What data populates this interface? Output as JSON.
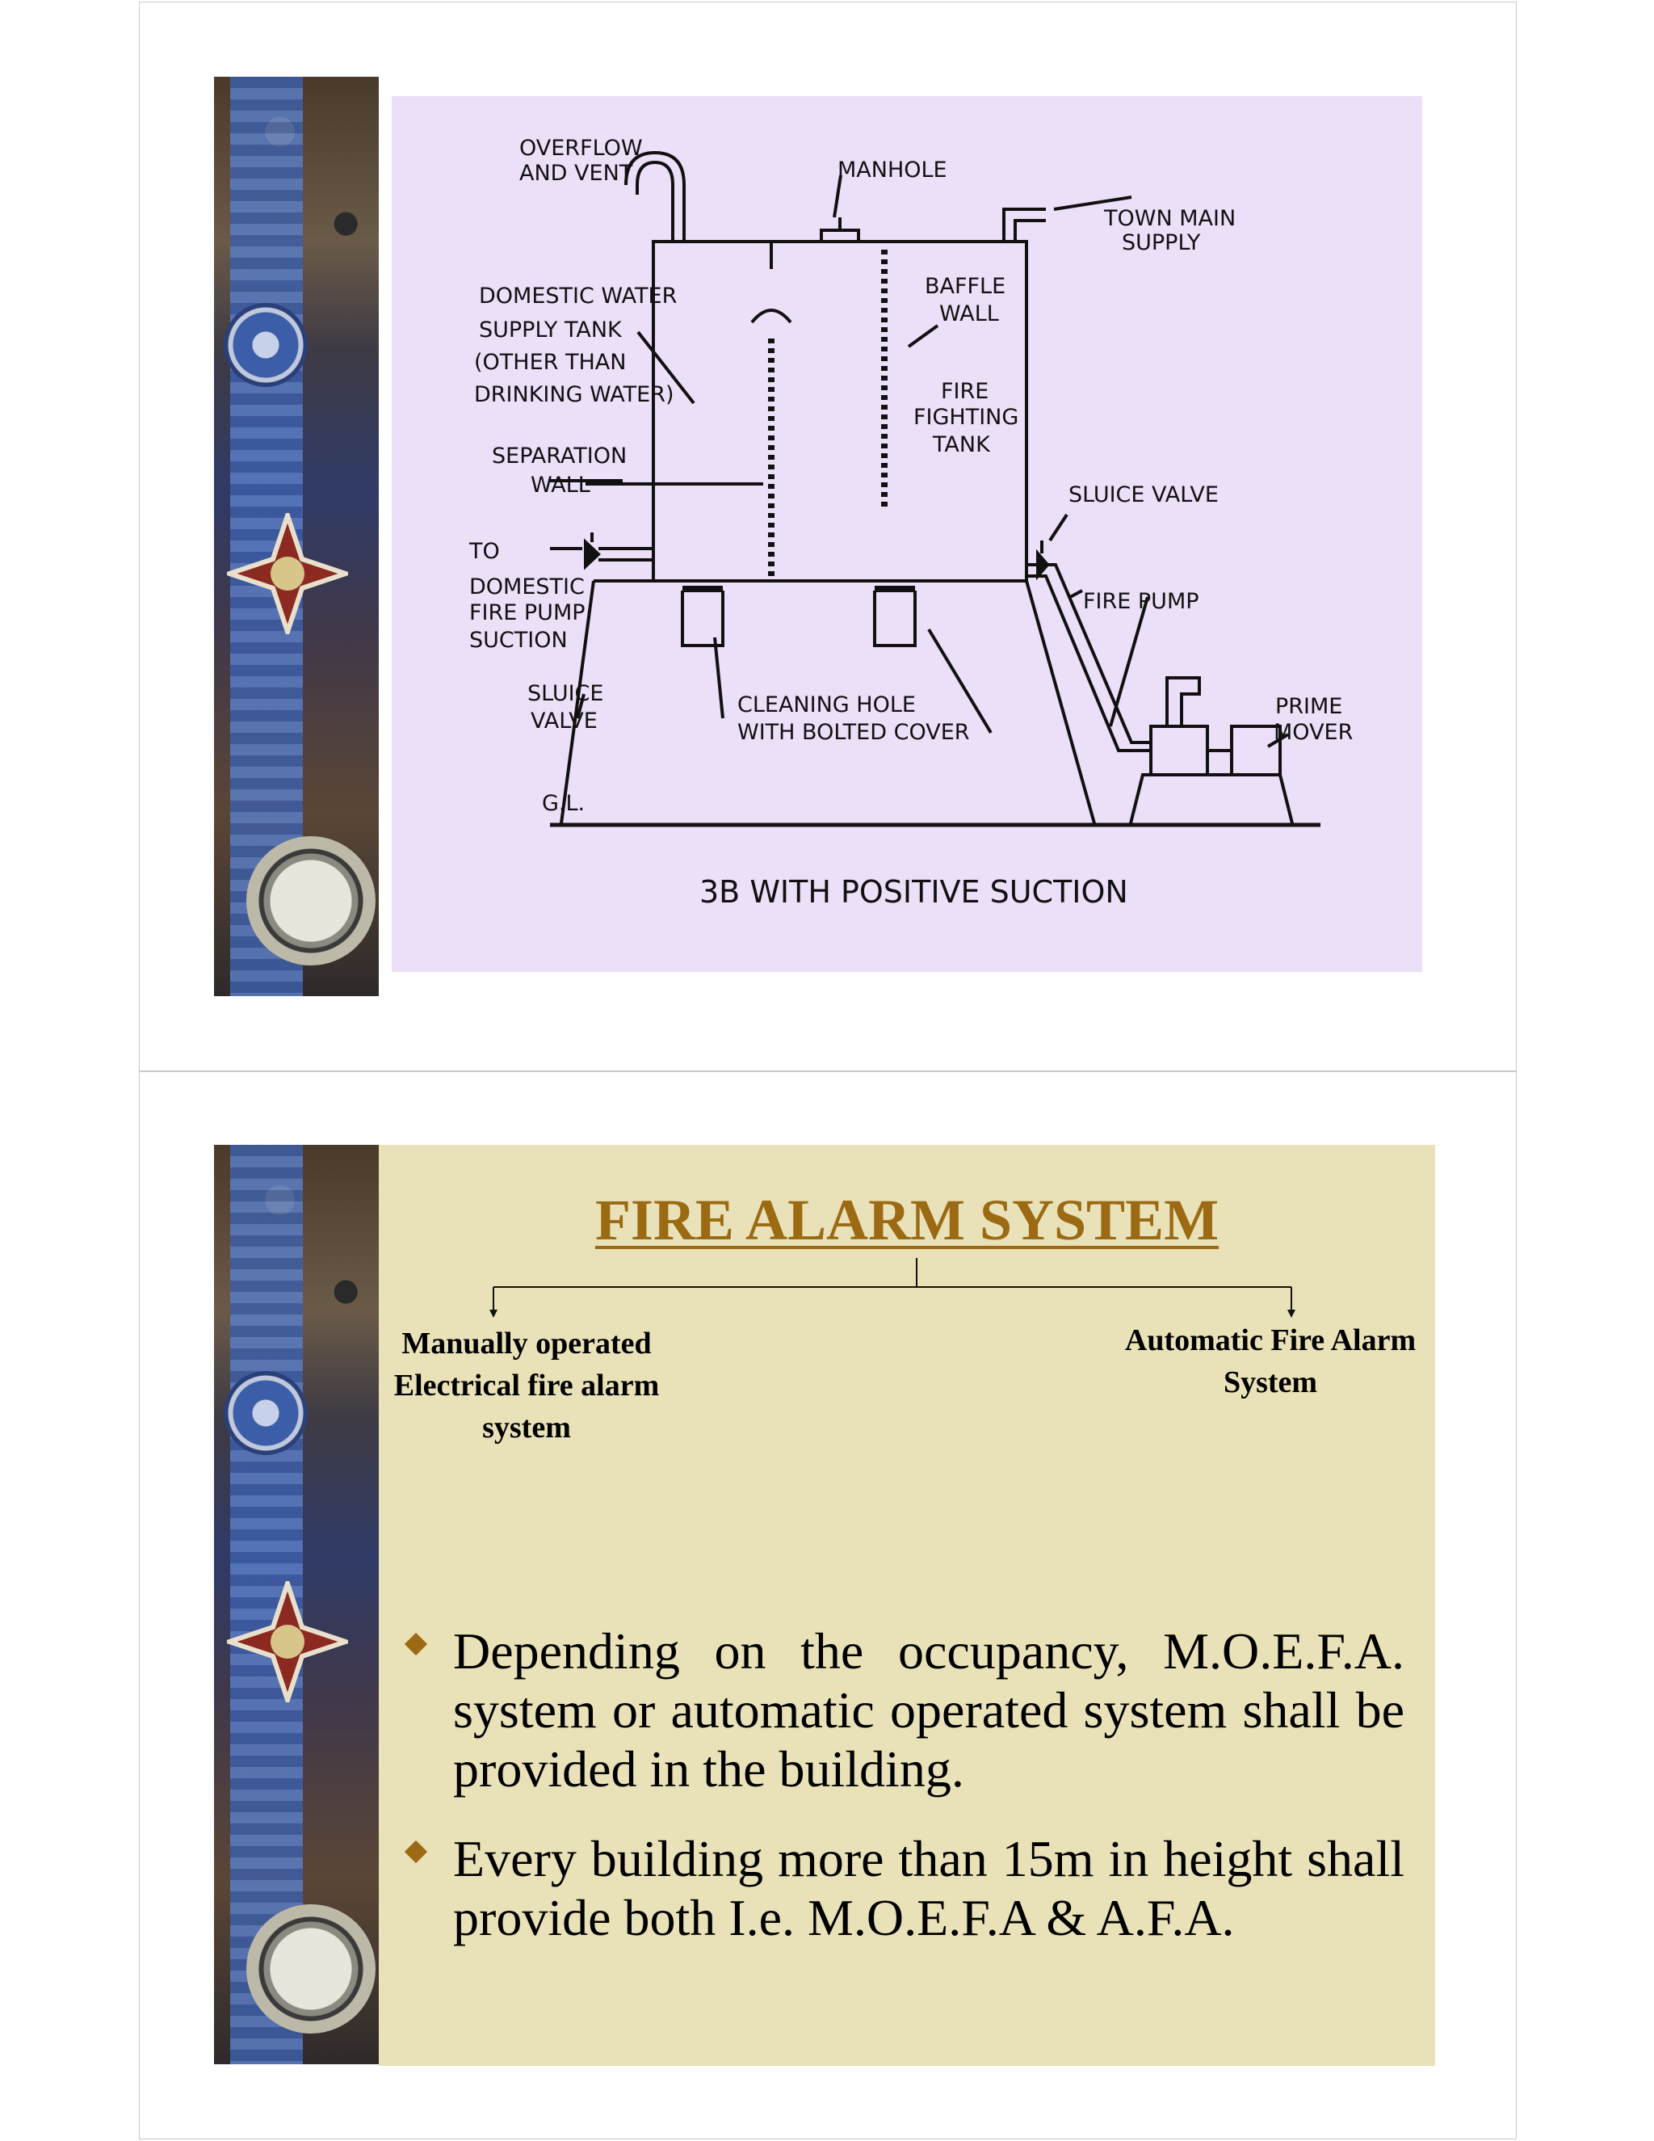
{
  "slide1": {
    "diagram": {
      "labels": {
        "overflow_vent": [
          "OVERFLOW",
          "AND VENT"
        ],
        "manhole": "MANHOLE",
        "town_main": [
          "TOWN MAIN",
          "SUPPLY"
        ],
        "domestic_tank": [
          "DOMESTIC WATER",
          "SUPPLY TANK",
          "(OTHER THAN",
          "DRINKING WATER)"
        ],
        "baffle_wall": [
          "BAFFLE",
          "WALL"
        ],
        "fire_tank": [
          "FIRE",
          "FIGHTING",
          "TANK"
        ],
        "separation_wall": [
          "SEPARATION",
          "WALL"
        ],
        "sluice_valve_right": "SLUICE VALVE",
        "to_domestic": [
          "TO",
          "DOMESTIC",
          "FIRE PUMP",
          "SUCTION"
        ],
        "fire_pump": "FIRE PUMP",
        "sluice_valve_left": [
          "SLUICE",
          "VALVE"
        ],
        "cleaning_hole": [
          "CLEANING HOLE",
          "WITH BOLTED COVER"
        ],
        "prime_mover": [
          "PRIME",
          "MOVER"
        ],
        "ground_level": "G.L."
      },
      "caption": "3B WITH POSITIVE SUCTION"
    }
  },
  "slide2": {
    "title": "FIRE ALARM SYSTEM",
    "branch_left": [
      "Manually operated",
      "Electrical fire alarm",
      "system"
    ],
    "branch_right": [
      "Automatic Fire Alarm",
      "System"
    ],
    "bullets": [
      "Depending on the occupancy, M.O.E.F.A. system or automatic operated system shall be provided in the building.",
      "Every building more than 15m in height shall provide both I.e. M.O.E.F.A & A.F.A."
    ],
    "colors": {
      "title": "#9b6a13",
      "background": "#e9e1b8",
      "diagram_background": "#ecdff8"
    }
  }
}
